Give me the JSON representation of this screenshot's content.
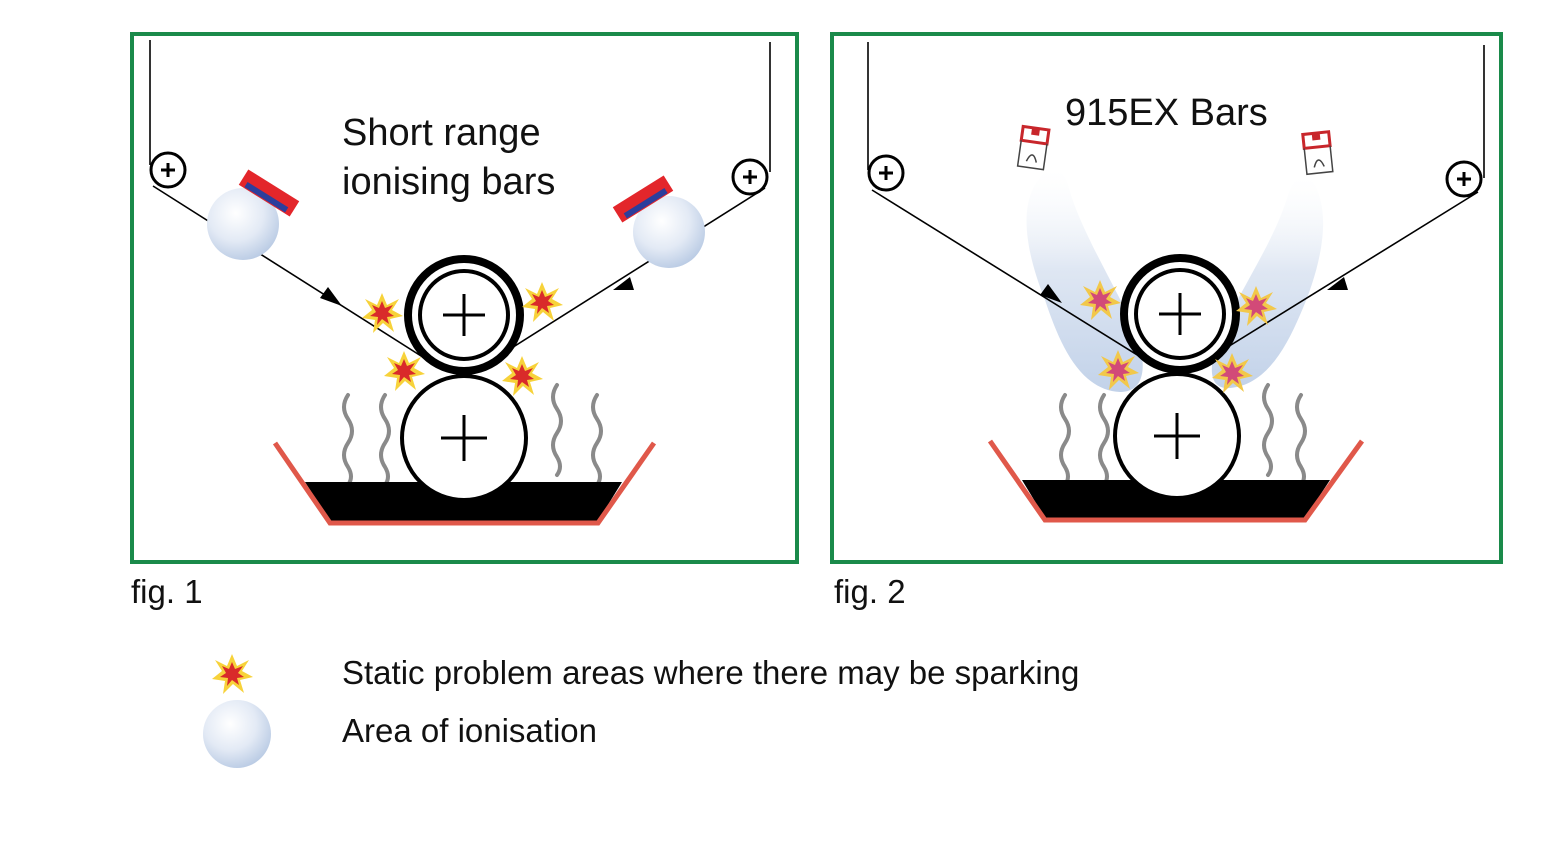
{
  "figure1": {
    "caption": "fig. 1",
    "title_line1": "Short range",
    "title_line2": "ionising bars"
  },
  "figure2": {
    "caption": "fig. 2",
    "title": "915EX Bars"
  },
  "legend": {
    "spark_label": "Static problem areas where there may be sparking",
    "ionisation_label": "Area of ionisation"
  },
  "colors": {
    "frame": "#1a8a4a",
    "tray": "#e0584a",
    "spark_outer": "#f7d23a",
    "spark_inner": "#d92a2a",
    "ion_fill": "#c9d7ec",
    "bar_red": "#e3262b",
    "bar_blue": "#2c3e9c"
  }
}
